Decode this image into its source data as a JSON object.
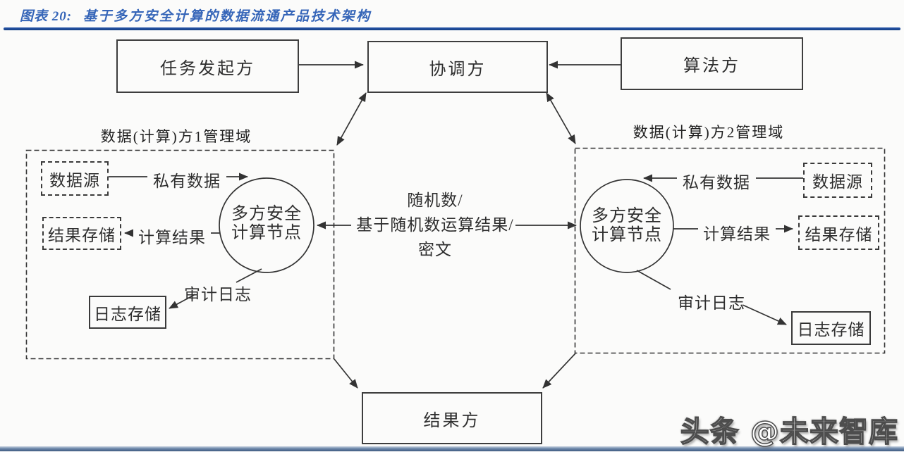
{
  "figure": {
    "label": "图表 20:",
    "title": "基于多方安全计算的数据流通产品技术架构"
  },
  "watermark": "头条 @未来智库",
  "colors": {
    "accent_blue": "#1b4795",
    "line_color": "#333333",
    "footer_blue": "#3e5a80"
  },
  "diagram": {
    "top_boxes": {
      "task_initiator": "任务发起方",
      "coordinator": "协调方",
      "algorithm_party": "算法方"
    },
    "bottom_box": {
      "result_party": "结果方"
    },
    "center_exchange": {
      "line1": "随机数/",
      "line2": "基于随机数运算结果/",
      "line3": "密文"
    },
    "domain1": {
      "title": "数据(计算)方1管理域",
      "data_source": "数据源",
      "private_data_label": "私有数据",
      "mpc_node_line1": "多方安全",
      "mpc_node_line2": "计算节点",
      "compute_result_label": "计算结果",
      "result_store": "结果存储",
      "audit_log_label": "审计日志",
      "log_store": "日志存储"
    },
    "domain2": {
      "title": "数据(计算)方2管理域",
      "data_source": "数据源",
      "private_data_label": "私有数据",
      "mpc_node_line1": "多方安全",
      "mpc_node_line2": "计算节点",
      "compute_result_label": "计算结果",
      "result_store": "结果存储",
      "audit_log_label": "审计日志",
      "log_store": "日志存储"
    }
  }
}
